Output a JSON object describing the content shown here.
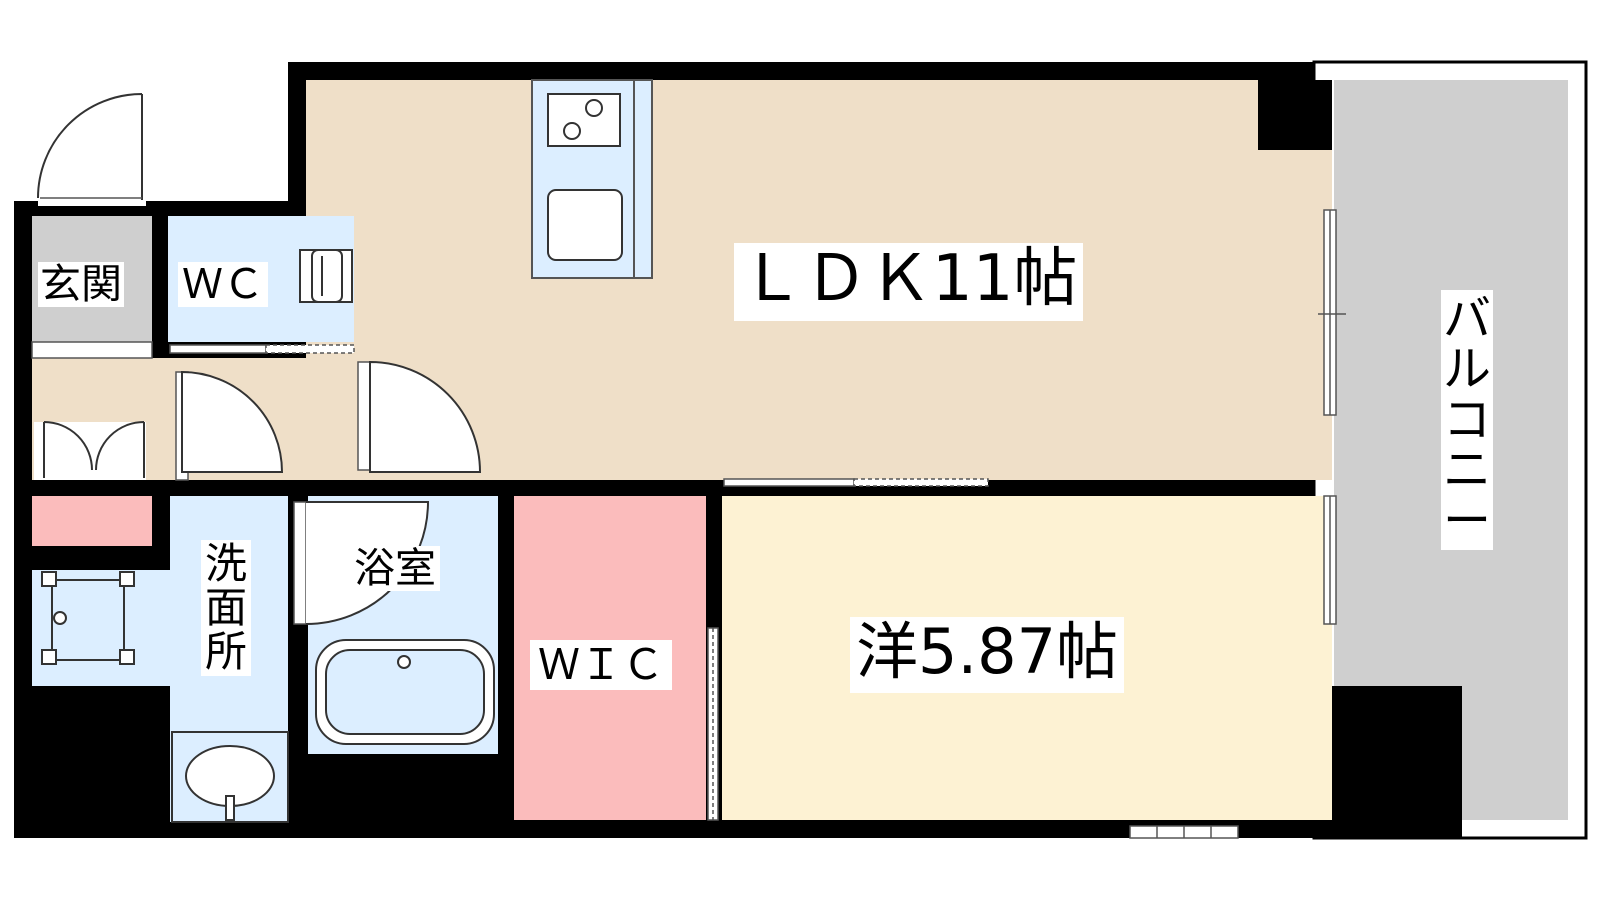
{
  "rooms": {
    "ldk": "ＬＤＫ11帖",
    "western": "洋5.87帖",
    "entrance": "玄関",
    "wc": "ＷＣ",
    "bathroom": "浴室",
    "washroom": "洗面所",
    "wic": "ＷＩＣ",
    "balcony": "バルコニー"
  },
  "colors": {
    "wall": "#000000",
    "ldk_floor": "#efdfc8",
    "western_floor": "#fdf2d3",
    "wet_area": "#dceeff",
    "storage": "#fbbcbc",
    "entrance_floor": "#cfcfcf",
    "balcony_floor": "#cfcfcf"
  }
}
